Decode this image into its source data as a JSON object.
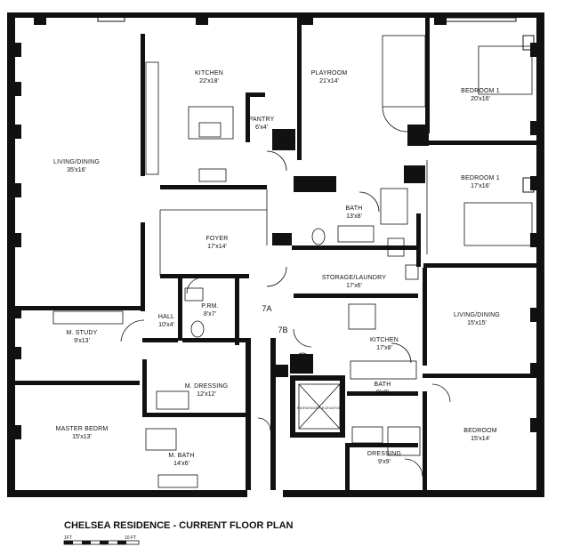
{
  "title": "CHELSEA RESIDENCE - CURRENT FLOOR PLAN",
  "scale": {
    "start": "1FT",
    "end": "10 FT"
  },
  "tags": [
    "7A",
    "7B"
  ],
  "rooms": [
    {
      "name": "KITCHEN",
      "dims": "22'x18'"
    },
    {
      "name": "PLAYROOM",
      "dims": "21'x14'"
    },
    {
      "name": "BEDROOM 1",
      "dims": "20'x16'"
    },
    {
      "name": "PANTRY",
      "dims": "6'x4'"
    },
    {
      "name": "LIVING/DINING",
      "dims": "35'x16'"
    },
    {
      "name": "BEDROOM 1",
      "dims": "17'x16'"
    },
    {
      "name": "BATH",
      "dims": "13'x8'"
    },
    {
      "name": "FOYER",
      "dims": "17'x14'"
    },
    {
      "name": "STORAGE/LAUNDRY",
      "dims": "17'x6'"
    },
    {
      "name": "HALL",
      "dims": "10'x4'"
    },
    {
      "name": "P.RM.",
      "dims": "8'x7'"
    },
    {
      "name": "LIVING/DINING",
      "dims": "15'x15'"
    },
    {
      "name": "M. STUDY",
      "dims": "9'x13'"
    },
    {
      "name": "KITCHEN",
      "dims": "17'x8'"
    },
    {
      "name": "M. DRESSING",
      "dims": "12'x12'"
    },
    {
      "name": "BATH",
      "dims": "9'x8'"
    },
    {
      "name": "MASTER BEDRM",
      "dims": "15'x13'"
    },
    {
      "name": "BEDROOM",
      "dims": "15'x14'"
    },
    {
      "name": "M. BATH",
      "dims": "14'x6'"
    },
    {
      "name": "DRESSING",
      "dims": "9'x9'"
    }
  ],
  "elevator_label": "PASSENGER ELEVATOR"
}
